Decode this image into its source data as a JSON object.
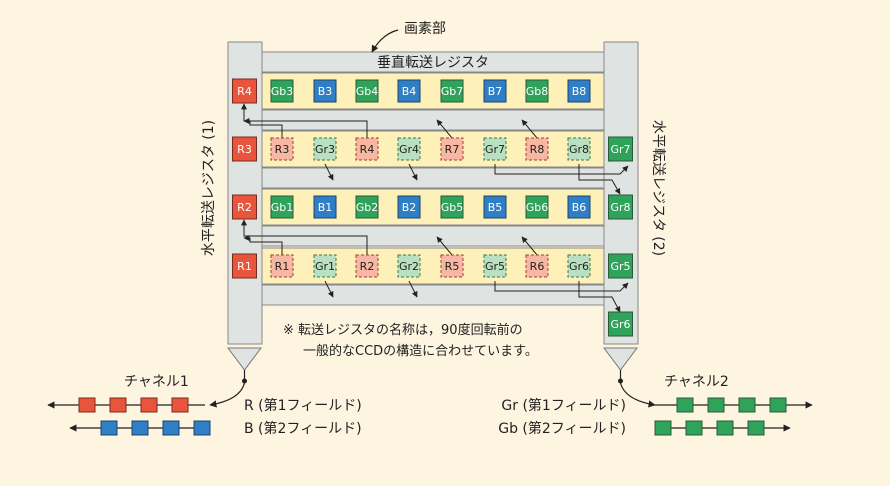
{
  "labels": {
    "pixel_area": "画素部",
    "vertical_register": "垂直転送レジスタ",
    "h_register_left": "水平転送レジスタ (1)",
    "h_register_right": "水平転送レジスタ (2)",
    "note_line1": "※ 転送レジスタの名称は，90度回転前の",
    "note_line2": "一般的なCCDの構造に合わせています。",
    "channel1": "チャネル1",
    "channel2": "チャネル2",
    "legend_r": "R (第1フィールド)",
    "legend_b": "B (第2フィールド)",
    "legend_gr": "Gr (第1フィールド)",
    "legend_gb": "Gb (第2フィールド)"
  },
  "colors": {
    "red": "#e8553c",
    "blue": "#2f7fc6",
    "green": "#2fa35a",
    "light_red": "#f7b7a3",
    "light_green": "#b9e0c0",
    "row_fill": "#fdf0b8",
    "register_fill": "#dfe3e2",
    "background": "#fdf5e0"
  },
  "rows": [
    [
      "Gb3",
      "B3",
      "Gb4",
      "B4",
      "Gb7",
      "B7",
      "Gb8",
      "B8"
    ],
    [
      "R3",
      "Gr3",
      "R4",
      "Gr4",
      "R7",
      "Gr7",
      "R8",
      "Gr8"
    ],
    [
      "Gb1",
      "B1",
      "Gb2",
      "B2",
      "Gb5",
      "B5",
      "Gb6",
      "B6"
    ],
    [
      "R1",
      "Gr1",
      "R2",
      "Gr2",
      "R5",
      "Gr5",
      "R6",
      "Gr6"
    ]
  ],
  "left_register": [
    "R4",
    "R3",
    "R2",
    "R1"
  ],
  "right_register": [
    "Gr7",
    "Gr8",
    "Gr5",
    "Gr6"
  ],
  "channel1_red_count": 4,
  "channel1_blue_count": 4,
  "channel2_green1_count": 4,
  "channel2_green2_count": 4
}
